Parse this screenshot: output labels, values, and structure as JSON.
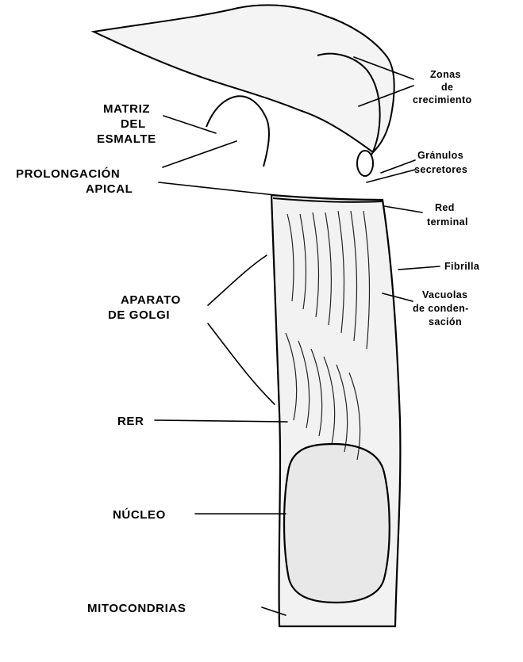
{
  "figure": {
    "labels_left": {
      "matriz_1": "MATRIZ",
      "matriz_2": "DEL",
      "matriz_3": "ESMALTE",
      "prolongacion_1": "PROLONGACIÓN",
      "prolongacion_2": "APICAL",
      "golgi_1": "APARATO",
      "golgi_2": "DE GOLGI",
      "rer": "RER",
      "nucleo": "NÚCLEO",
      "mitocondrias": "MITOCONDRIAS"
    },
    "labels_right": {
      "zonas_1": "Zonas",
      "zonas_2": "de",
      "zonas_3": "crecimiento",
      "granulos_1": "Gránulos",
      "granulos_2": "secretores",
      "red_1": "Red",
      "red_2": "terminal",
      "fibrilla": "Fibrilla",
      "vacuolas_1": "Vacuolas",
      "vacuolas_2": "de conden-",
      "vacuolas_3": "sación"
    }
  }
}
